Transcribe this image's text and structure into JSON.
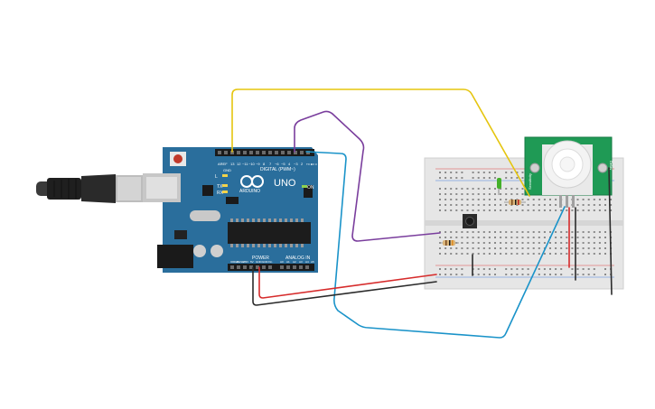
{
  "board": {
    "model": "UNO",
    "brand": "ARDUINO",
    "digital_label": "DIGITAL (PWM~)",
    "power_label": "POWER",
    "analog_label": "ANALOG IN",
    "aref_label": "AREF",
    "gnd_label": "GND",
    "tx_label": "TX",
    "rx_label": "RX",
    "l_label": "L",
    "on_label": "ON",
    "digital_pins": [
      "13",
      "12",
      "~11",
      "~10",
      "~9",
      "8",
      "7",
      "~6",
      "~5",
      "4",
      "~3",
      "2",
      "TX 1",
      "RX 0"
    ],
    "power_pins": [
      "IOREF",
      "RESET",
      "3.3V",
      "5V",
      "GND",
      "GND",
      "Vin"
    ],
    "analog_pins": [
      "A0",
      "A1",
      "A2",
      "A3",
      "A4",
      "A5"
    ]
  },
  "sensor": {
    "left_label": "Sensitivity",
    "right_label": "Delay"
  },
  "colors": {
    "board": "#2a6e9c",
    "sensor_pcb": "#1f9a55",
    "wire_yellow": "#e5c50f",
    "wire_purple": "#7a3e9d",
    "wire_blue": "#1a93c9",
    "wire_red": "#d62b2b",
    "wire_black": "#2b2b2b",
    "led_green": "#43b02a"
  },
  "icons": [
    "usb-cable-icon",
    "arduino-infinity-logo",
    "pushbutton-icon",
    "resistor-icon",
    "led-icon",
    "pir-dome-icon"
  ]
}
